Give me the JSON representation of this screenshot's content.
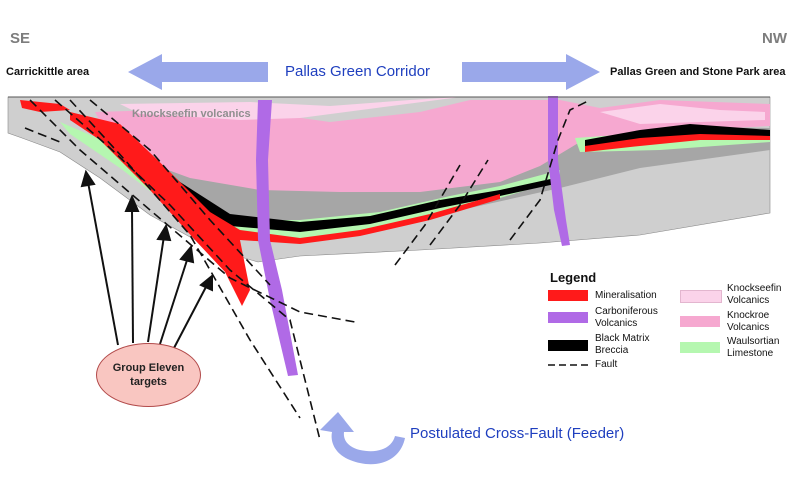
{
  "directions": {
    "left": "SE",
    "right": "NW"
  },
  "areas": {
    "left": "Carrickittle area",
    "right": "Pallas Green and Stone Park area"
  },
  "corridor_label": "Pallas Green Corridor",
  "knockseefin_label": "Knockseefin volcanics",
  "targets_label_line1": "Group Eleven",
  "targets_label_line2": "targets",
  "feeder_label": "Postulated Cross-Fault (Feeder)",
  "legend": {
    "title": "Legend",
    "items": [
      {
        "label_1": "Mineralisation",
        "label_2": "",
        "color": "#ff1a1a"
      },
      {
        "label_1": "Carboniferous",
        "label_2": "Volcanics",
        "color": "#b06ae6"
      },
      {
        "label_1": "Black Matrix",
        "label_2": "Breccia",
        "color": "#000000"
      },
      {
        "label_1": "Fault",
        "label_2": "",
        "color": "#000000"
      },
      {
        "label_1": "Knockseefin",
        "label_2": "Volcanics",
        "color": "#fbd3ea"
      },
      {
        "label_1": "Knockroe",
        "label_2": "Volcanics",
        "color": "#f6a8d0"
      },
      {
        "label_1": "Waulsortian",
        "label_2": "Limestone",
        "color": "#b5f7b0"
      }
    ]
  },
  "colors": {
    "arrow": "#9aa8ea",
    "grey_unit": "#cfcfcf",
    "dark_grey_unit": "#a6a6a6",
    "knockroe": "#f6a8d0",
    "knockseefin": "#fbd3ea",
    "limestone": "#b5f7b0",
    "volcanic_dyke": "#b06ae6",
    "mineralisation": "#ff1a1a",
    "breccia": "#000000"
  }
}
